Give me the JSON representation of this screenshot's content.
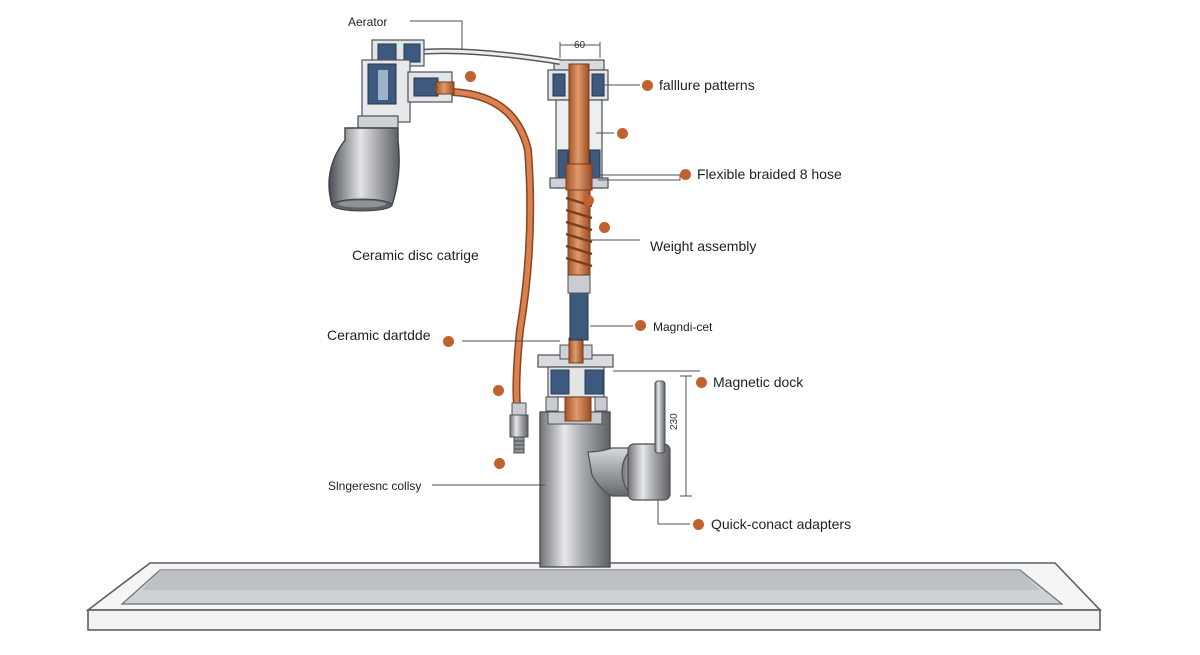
{
  "colors": {
    "accent": "#c1622e",
    "copper": "#c56f3d",
    "steel": "#9a9ea3",
    "seal_blue": "#3d5a7e",
    "line": "#55595e"
  },
  "labels": {
    "aerator": "Aerator",
    "failure_patterns": "falllure patterns",
    "flexible_hose": "Flexible braided 8 hose",
    "weight_assembly": "Weight assembly",
    "ceramic_disc_cartridge": "Ceramic disc catrige",
    "magnet_label": "Magndi-cet",
    "ceramic_dartdde": "Ceramic dartdde",
    "magnetic_dock": "Magnetic dock",
    "singerestic_collsy": "Slngeresnc collsy",
    "quick_connect": "Quick-conact adapters"
  },
  "dimensions": {
    "top": "60",
    "side": "230"
  }
}
